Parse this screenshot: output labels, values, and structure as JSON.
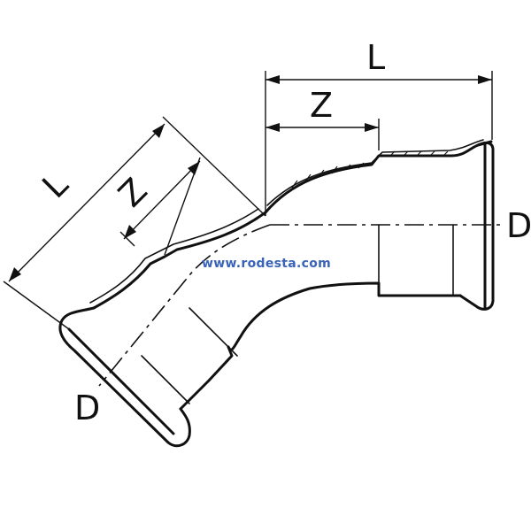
{
  "labels": {
    "length_top": "L",
    "offset_top": "Z",
    "length_side": "L",
    "offset_side": "Z",
    "diameter_right": "D",
    "diameter_left": "D"
  },
  "watermark": {
    "text": "www.rodesta.com",
    "color": "#3a63b8"
  },
  "colors": {
    "ink": "#111111",
    "background": "#ffffff"
  }
}
